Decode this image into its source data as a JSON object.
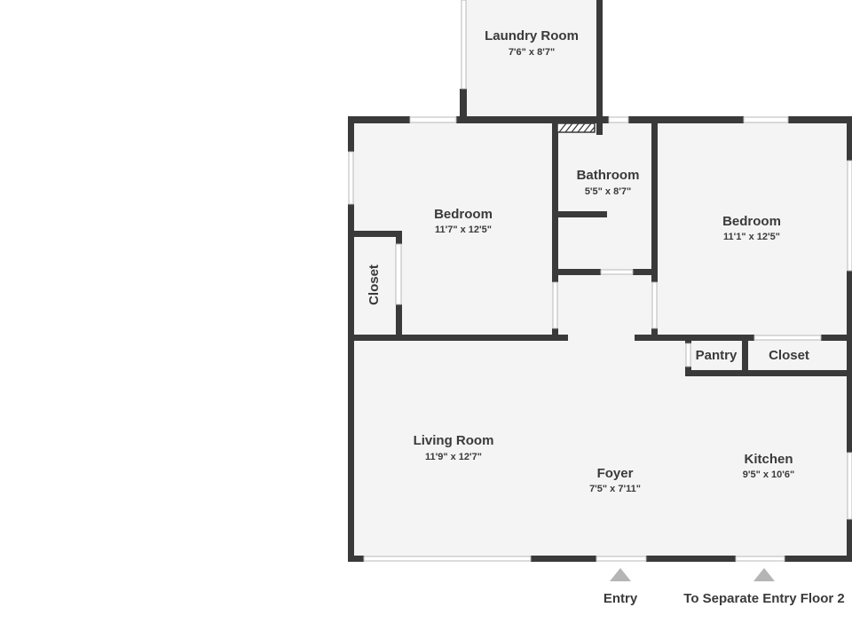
{
  "rooms": {
    "laundry": {
      "name": "Laundry Room",
      "dim": "7'6\" x 8'7\""
    },
    "bathroom": {
      "name": "Bathroom",
      "dim": "5'5\" x 8'7\""
    },
    "bedroom_left": {
      "name": "Bedroom",
      "dim": "11'7\" x 12'5\""
    },
    "bedroom_right": {
      "name": "Bedroom",
      "dim": "11'1\" x 12'5\""
    },
    "closet_left": {
      "name": "Closet"
    },
    "pantry": {
      "name": "Pantry"
    },
    "closet_right": {
      "name": "Closet"
    },
    "living": {
      "name": "Living Room",
      "dim": "11'9\" x 12'7\""
    },
    "foyer": {
      "name": "Foyer",
      "dim": "7'5\" x 7'11\""
    },
    "kitchen": {
      "name": "Kitchen",
      "dim": "9'5\" x 10'6\""
    }
  },
  "entries": {
    "main": "Entry",
    "second": "To Separate Entry Floor 2"
  },
  "colors": {
    "wall": "#3a3a3a",
    "floor": "#f4f4f4",
    "arrow": "#b5b5b5"
  }
}
